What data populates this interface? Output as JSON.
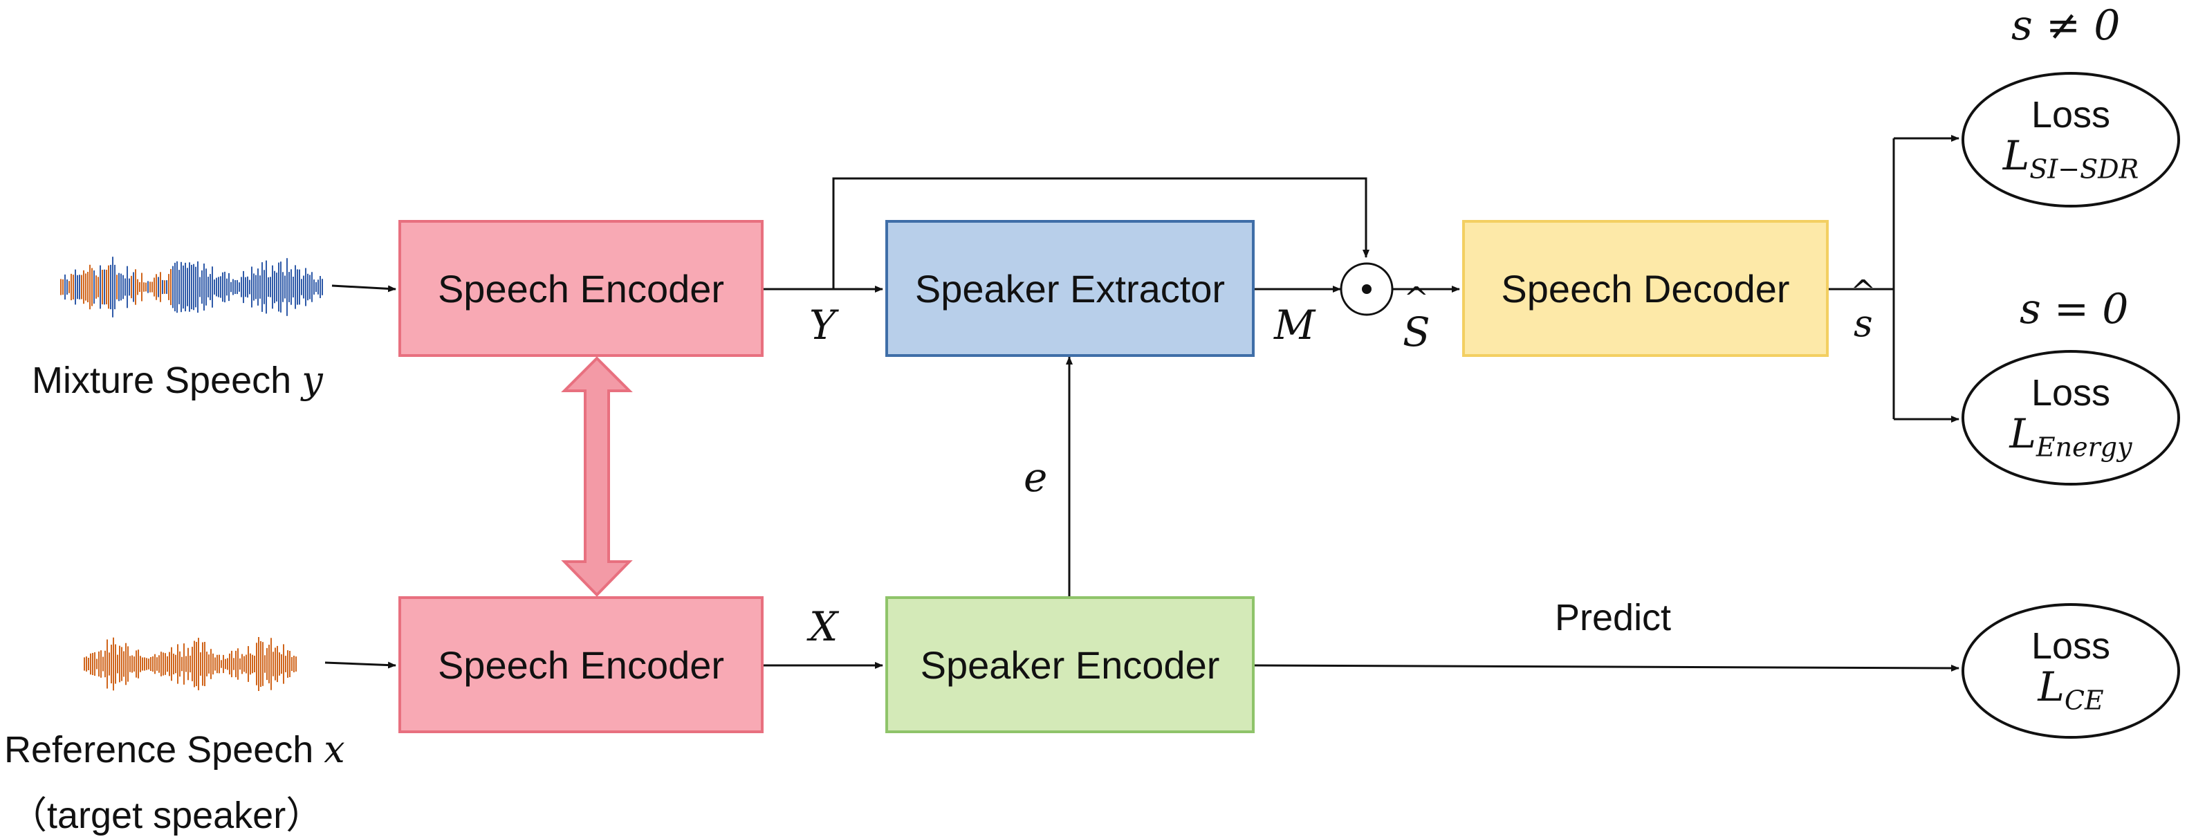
{
  "diagram": {
    "nodes": {
      "speech_encoder_top": "Speech Encoder",
      "speaker_extractor": "Speaker Extractor",
      "speech_decoder": "Speech Decoder",
      "speech_encoder_bottom": "Speech Encoder",
      "speaker_encoder": "Speaker Encoder"
    },
    "inputs": {
      "mixture_label": "Mixture Speech ",
      "mixture_var": "y",
      "reference_label": "Reference Speech ",
      "reference_var": "x",
      "reference_note": "（target speaker）"
    },
    "edge_labels": {
      "Y": "Y",
      "X": "X",
      "M": "M",
      "e": "e",
      "S_hat": "S",
      "s_hat": "s",
      "predict": "Predict",
      "multiply_op": "⊙"
    },
    "losses": {
      "sisdr": {
        "title": "Loss",
        "symbol": "L",
        "subscript": "SI−SDR",
        "condition": "s ≠ 0"
      },
      "energy": {
        "title": "Loss",
        "symbol": "L",
        "subscript": "Energy",
        "condition": "s = 0"
      },
      "ce": {
        "title": "Loss",
        "symbol": "L",
        "subscript": "CE"
      }
    },
    "colors": {
      "speech_encoder": "#f8a9b4",
      "speaker_extractor": "#b8cfea",
      "speaker_encoder": "#d4eab8",
      "speech_decoder": "#fde9a8",
      "waveform_blue": "#2f5aa8",
      "waveform_orange": "#d0651c",
      "shared_arrow": "#f39aa6"
    }
  }
}
